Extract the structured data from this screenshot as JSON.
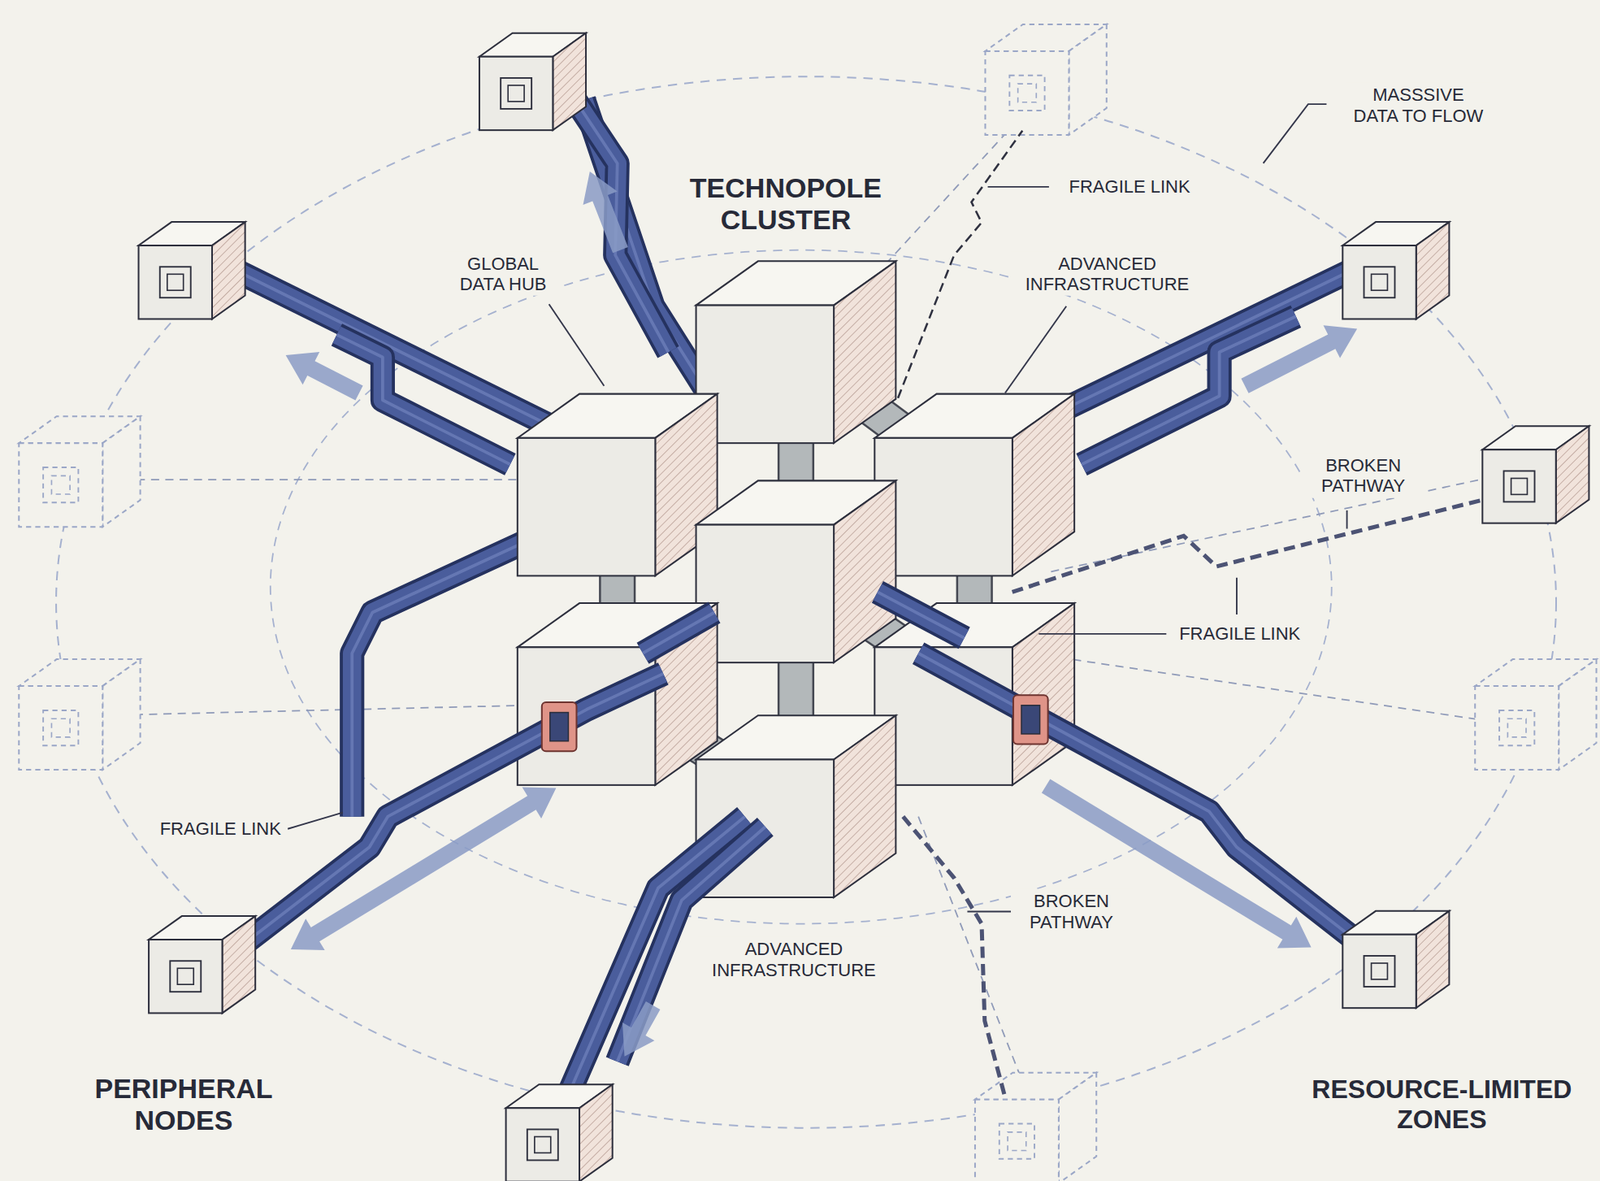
{
  "diagram": {
    "labels": [
      "TECHNOPOLE CLUSTER",
      "GLOBAL DATA HUB",
      "ADVANCED INFRASTRUCTURE",
      "FRAGILE LINK",
      "MASSSIVE DATA TO FLOW",
      "BROKEN PATHWAY",
      "FRAGILE LINK",
      "FRAGILE LINK",
      "BROKEN PATHWAY",
      "ADVANCED INFRASTRUCTURE",
      "PERIPHERAL NODES",
      "RESOURCE-LIMITED ZONES"
    ]
  }
}
